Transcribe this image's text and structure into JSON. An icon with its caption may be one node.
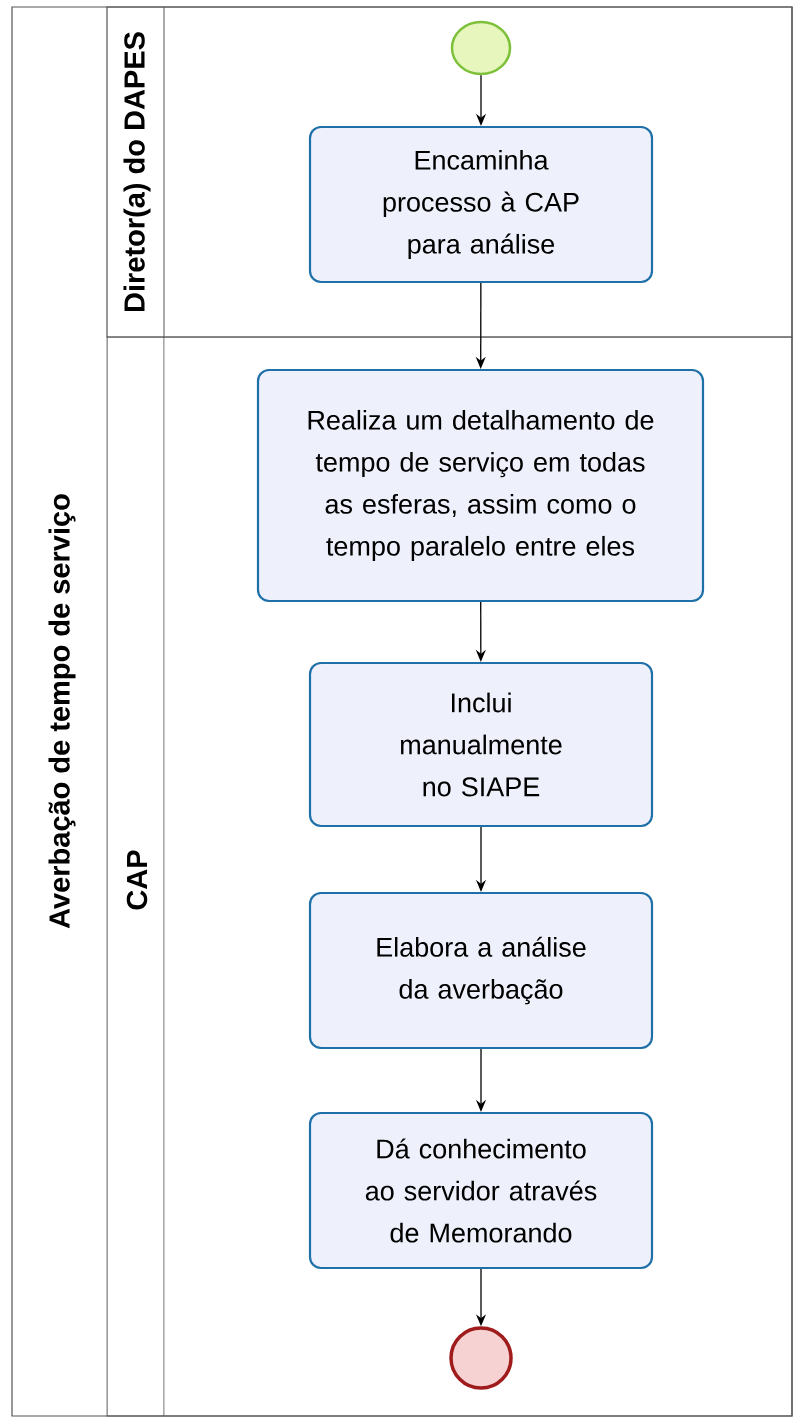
{
  "diagram": {
    "nodes": [
      {
        "text": [
          "Averbação de tempo de serviço"
        ]
      },
      {
        "text": [
          "Diretor(a) do DAPES"
        ],
        "in": 0
      },
      {
        "text": [],
        "shape": "circle",
        "in": 1
      },
      {
        "text": [
          "Encaminha processo à CAP para análise"
        ],
        "in": 1
      },
      {
        "text": [
          "CAP"
        ],
        "in": 0
      },
      {
        "text": [
          "Realiza um detalhamento de tempo de serviço em todas as esferas, assim como o tempo paralelo entre eles"
        ],
        "in": 4
      },
      {
        "text": [
          "Inclui manualmente no SIAPE"
        ],
        "in": 4
      },
      {
        "text": [
          "Elabora a análise da averbação"
        ],
        "in": 4
      },
      {
        "text": [
          "Dá conhecimento ao servidor através de Memorando"
        ],
        "in": 4
      },
      {
        "text": [],
        "shape": "circle",
        "in": 4
      }
    ],
    "edges": [
      {
        "from": 2,
        "to": 3,
        "arrow": "to"
      },
      {
        "from": 3,
        "to": 5,
        "arrow": "to"
      },
      {
        "from": 5,
        "to": 6,
        "arrow": "to"
      },
      {
        "from": 6,
        "to": 7,
        "arrow": "to"
      },
      {
        "from": 7,
        "to": 8,
        "arrow": "to"
      },
      {
        "from": 8,
        "to": 9,
        "arrow": "to"
      }
    ]
  }
}
